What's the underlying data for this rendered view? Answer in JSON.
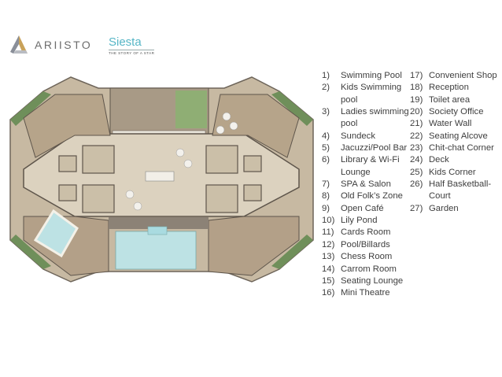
{
  "brand": {
    "ariisto": "ARIISTO",
    "project": "Siesta",
    "tagline": "THE STORY OF A STAR"
  },
  "legend": {
    "col1": [
      {
        "num": "1)",
        "label": "Swimming Pool"
      },
      {
        "num": "2)",
        "label": "Kids Swimming pool"
      },
      {
        "num": "3)",
        "label": "Ladies swimming pool"
      },
      {
        "num": "4)",
        "label": "Sundeck"
      },
      {
        "num": "5)",
        "label": "Jacuzzi/Pool Bar"
      },
      {
        "num": "6)",
        "label": "Library & Wi-Fi Lounge"
      },
      {
        "num": "7)",
        "label": "SPA & Salon"
      },
      {
        "num": "8)",
        "label": "Old Folk’s Zone"
      },
      {
        "num": "9)",
        "label": "Open Café"
      },
      {
        "num": "10)",
        "label": "Lily Pond"
      },
      {
        "num": "11)",
        "label": "Cards Room"
      },
      {
        "num": "12)",
        "label": "Pool/Billards"
      },
      {
        "num": "13)",
        "label": "Chess Room"
      },
      {
        "num": "14)",
        "label": "Carrom Room"
      },
      {
        "num": "15)",
        "label": "Seating Lounge"
      },
      {
        "num": "16)",
        "label": "Mini Theatre"
      }
    ],
    "col2": [
      {
        "num": "17)",
        "label": "Convenient Shop"
      },
      {
        "num": "18)",
        "label": "Reception"
      },
      {
        "num": "19)",
        "label": "Toilet area"
      },
      {
        "num": "20)",
        "label": "Society Office"
      },
      {
        "num": "21)",
        "label": "Water Wall"
      },
      {
        "num": "22)",
        "label": "Seating Alcove"
      },
      {
        "num": "23)",
        "label": "Chit-chat Corner"
      },
      {
        "num": "24)",
        "label": "Deck"
      },
      {
        "num": "25)",
        "label": "Kids Corner"
      },
      {
        "num": "26)",
        "label": "Half Basketball-Court"
      },
      {
        "num": "27)",
        "label": "Garden"
      }
    ]
  },
  "colors": {
    "wall": "#5e554b",
    "floor": "#d8cdb9",
    "room": "#b8a68c",
    "pool": "#bde2e4",
    "green": "#6f8f5a"
  }
}
